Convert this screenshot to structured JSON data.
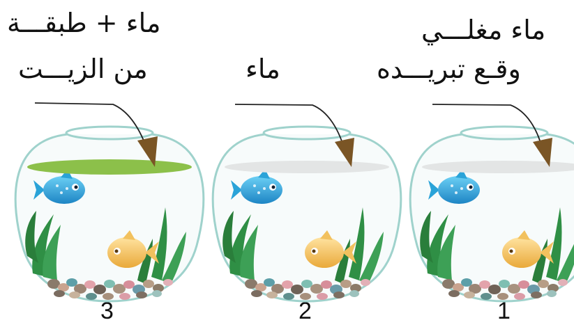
{
  "bowls": [
    {
      "number": "3",
      "caption_line1": "ماء + طبقـــة",
      "caption_line2": "من الزيـــت",
      "has_oil_layer": true,
      "surface_color": "#8cc04a"
    },
    {
      "number": "2",
      "caption_line1": "ماء",
      "has_oil_layer": false,
      "surface_color": "#e3e5e5"
    },
    {
      "number": "1",
      "caption_line1": "ماء مغلـــي",
      "caption_line2": "وقـع تبريـــده",
      "has_oil_layer": false,
      "surface_color": "#e3e5e5"
    }
  ],
  "colors": {
    "bowl_outline": "#9fd2cc",
    "arrow": "#7a5525",
    "blue_fish": "#2aa3d8",
    "gold_fish": "#f2c15e",
    "plant": "#2f8f45"
  }
}
